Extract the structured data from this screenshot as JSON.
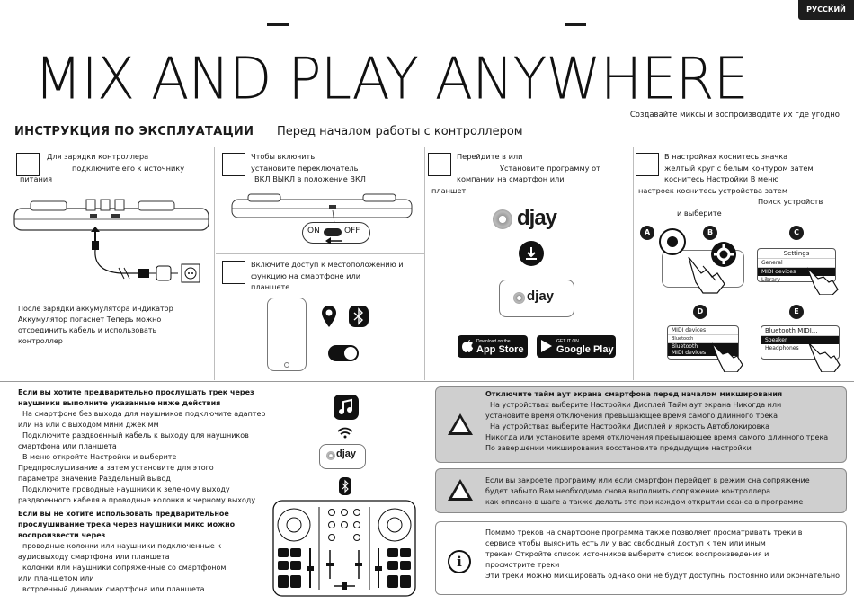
{
  "header": {
    "language_badge": "РУССКИЙ",
    "headline": "MIX AND PLAY ANYWHERE",
    "tagline": "Создавайте миксы и воспроизводите их где угодно"
  },
  "section": {
    "title": "ИНСТРУКЦИЯ ПО ЭКСПЛУАТАЦИИ",
    "subtitle": "Перед началом работы с контроллером"
  },
  "steps": {
    "s1": [
      "Для зарядки контроллера",
      "подключите его к источнику",
      "питания"
    ],
    "s1_after": [
      "После зарядки аккумулятора индикатор",
      "Аккумулятор  погаснет Теперь можно",
      "отсоединить         кабель и использовать",
      "контроллер"
    ],
    "s2": [
      "Чтобы включить",
      "установите переключатель",
      "ВКЛ  ВЫКЛ   в положение        ВКЛ"
    ],
    "s2_on": "ON",
    "s2_off": "OFF",
    "s3": [
      "Включите доступ к местоположению и",
      "функцию                  на смартфоне или",
      "планшете"
    ],
    "s4": [
      "Перейдите в                      или",
      "Установите программу       от",
      "компании                  на смартфон или",
      "планшет"
    ],
    "s4_store1_small": "Download on the",
    "s4_store1_big": "App Store",
    "s4_store2_small": "GET IT ON",
    "s4_store2_big": "Google Play",
    "djay": "djay",
    "s5": [
      "В настройках        коснитесь значка",
      "желтый круг с белым контуром   затем",
      "коснитесь             Настройки   В меню",
      "настроек коснитесь           устройства   затем",
      "Поиск        устройств",
      "и выберите"
    ],
    "letters": [
      "A",
      "B",
      "C",
      "D",
      "E"
    ],
    "menu_c": [
      "Settings",
      "General",
      "MIDI devices",
      "Library"
    ],
    "menu_d": [
      "MIDI devices",
      "Bluetooth",
      "Bluetooth",
      "MIDI devices"
    ],
    "menu_e": [
      "Bluetooth MIDI...",
      "Speaker",
      "Headphones"
    ]
  },
  "preview": {
    "title": [
      "Если вы хотите предварительно прослушать трек через",
      "наушники  выполните указанные ниже действия"
    ],
    "body": [
      "На смартфоне без выхода для наушников подключите адаптер",
      "        или              на        или с выходом мини джек     мм",
      "Подключите раздвоенный кабель к выходу для наушников",
      "смартфона или планшета",
      "В меню         откройте            Настройки  и выберите",
      "              Предпрослушивание    а затем установите для этого",
      "параметра значение                    Раздельный вывод",
      "Подключите проводные наушники к зеленому выходу",
      "раздвоенного кабеля  а проводные колонки к черному выходу"
    ]
  },
  "nopreview": {
    "title": [
      "Если вы не хотите использовать предварительное",
      "прослушивание трека через наушники  микс можно",
      "воспроизвести через"
    ],
    "body": [
      "проводные колонки или наушники  подключенные к",
      "аудиовыходу смартфона или планшета",
      "              колонки или наушники  сопряженные со смартфоном",
      "или планшетом  или",
      "встроенный динамик смартфона или планшета"
    ]
  },
  "notes": {
    "warning1": [
      "Отключите тайм аут экрана смартфона перед началом микширования",
      "На устройствах                    выберите Настройки    Дисплей    Тайм аут экрана    Никогда  или",
      "установите время отключения  превышающее время самого длинного трека",
      "На устройствах                    выберите Настройки   Дисплей и яркость    Автоблокировка",
      "Никогда  или установите время отключения  превышающее время самого длинного трека",
      "По завершении микширования восстановите предыдущие настройки"
    ],
    "warning2": [
      "Если вы закроете программу         или если смартфон перейдет в режим сна  сопряжение",
      "                          будет забыто  Вам необходимо снова выполнить сопряжение контроллера",
      "как описано в шаге      а также делать это при каждом открытии сеанса в программе"
    ],
    "info": [
      "Помимо треков на смартфоне  программа         также позволяет просматривать треки в",
      "сервисе                    чтобы выяснить  есть ли у вас свободный доступ к тем или иным",
      "трекам  Откройте список источников  выберите                      список воспроизведения и",
      "просмотрите треки",
      "Эти треки можно микшировать  однако они не будут доступны постоянно или окончательно"
    ]
  },
  "icons": {
    "music": "music-note-icon",
    "wifi": "wireless-icon",
    "bluetooth": "bluetooth-icon",
    "location": "location-pin-icon",
    "download": "download-icon",
    "gear": "gear-icon",
    "info": "info-icon",
    "warning": "warning-icon"
  },
  "colors": {
    "panel_gray": "#cfcfcf",
    "ink": "#1a1a1a"
  }
}
